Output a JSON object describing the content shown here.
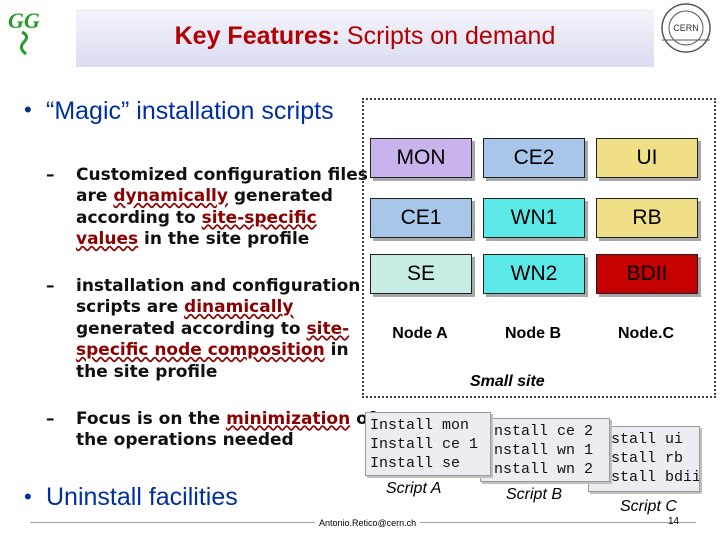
{
  "title": {
    "bold": "Key Features:",
    "rest": " Scripts on demand"
  },
  "logos": {
    "left": "GG",
    "right": "CERN"
  },
  "bullets": {
    "b1": "“Magic” installation scripts",
    "sub1": {
      "p1": "Customized configuration files are ",
      "r1": "dynamically",
      "p2": " generated according to ",
      "r2": "site-specific values",
      "p3": " in the site profile"
    },
    "sub2": {
      "p1": "installation and configuration scripts are ",
      "r1": "dinamically",
      "p2": " generated according to ",
      "r2": "site-specific node composition",
      "p3": " in the site profile"
    },
    "sub3": {
      "p1": "Focus is on the ",
      "r1": "minimization",
      "p2": " of the operations needed"
    },
    "b2": "Uninstall facilities"
  },
  "nodes": {
    "mon": {
      "label": "MON",
      "color": "#c9b3ec"
    },
    "ce2": {
      "label": "CE2",
      "color": "#a7c6ea"
    },
    "ui": {
      "label": "UI",
      "color": "#efdf86"
    },
    "ce1": {
      "label": "CE1",
      "color": "#a7c6ea"
    },
    "wn1": {
      "label": "WN1",
      "color": "#5ce8e6"
    },
    "rb": {
      "label": "RB",
      "color": "#efdf86"
    },
    "se": {
      "label": "SE",
      "color": "#c7ece6"
    },
    "wn2": {
      "label": "WN2",
      "color": "#5ce8e6"
    },
    "bdii": {
      "label": "BDII",
      "color": "#c40000"
    }
  },
  "node_labels": {
    "a": "Node A",
    "b": "Node B",
    "c": "Node.C"
  },
  "site_caption": "Small site",
  "scripts": {
    "a": {
      "text": "Install mon\nInstall ce 1\nInstall se",
      "label": "Script A"
    },
    "b": {
      "text": "Install ce 2\nInstall wn 1\nInstall wn 2",
      "label": "Script B"
    },
    "c": {
      "text": "Install ui\nInstall rb\nInstall bdii",
      "label": "Script C"
    }
  },
  "footer": {
    "email": "Antonio.Retico@cern.ch",
    "page": "14"
  }
}
